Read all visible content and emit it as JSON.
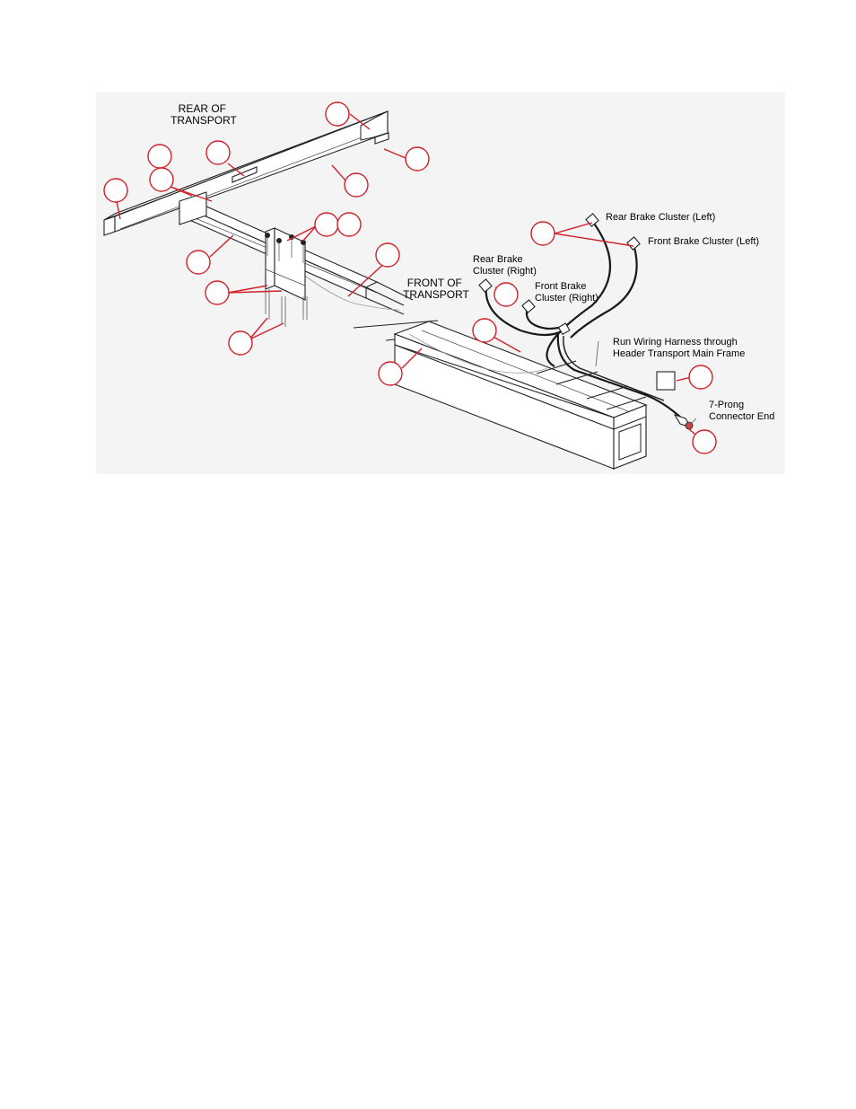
{
  "labels": {
    "rear_of_transport": [
      "REAR OF",
      "TRANSPORT"
    ],
    "front_of_transport": [
      "FRONT OF",
      "TRANSPORT"
    ],
    "rear_brake_cluster_left": "Rear Brake Cluster (Left)",
    "front_brake_cluster_left": "Front Brake Cluster (Left)",
    "rear_brake_cluster_right": [
      "Rear Brake",
      "Cluster (Right)"
    ],
    "front_brake_cluster_right": [
      "Front Brake",
      "Cluster (Right)"
    ],
    "run_wiring_harness": [
      "Run Wiring Harness through",
      "Header Transport Main Frame"
    ],
    "seven_prong_connector": [
      "7-Prong",
      "Connector End"
    ]
  },
  "colors": {
    "callout": "#d0202a",
    "panel_background": "#f4f4f4",
    "line": "#222222"
  }
}
